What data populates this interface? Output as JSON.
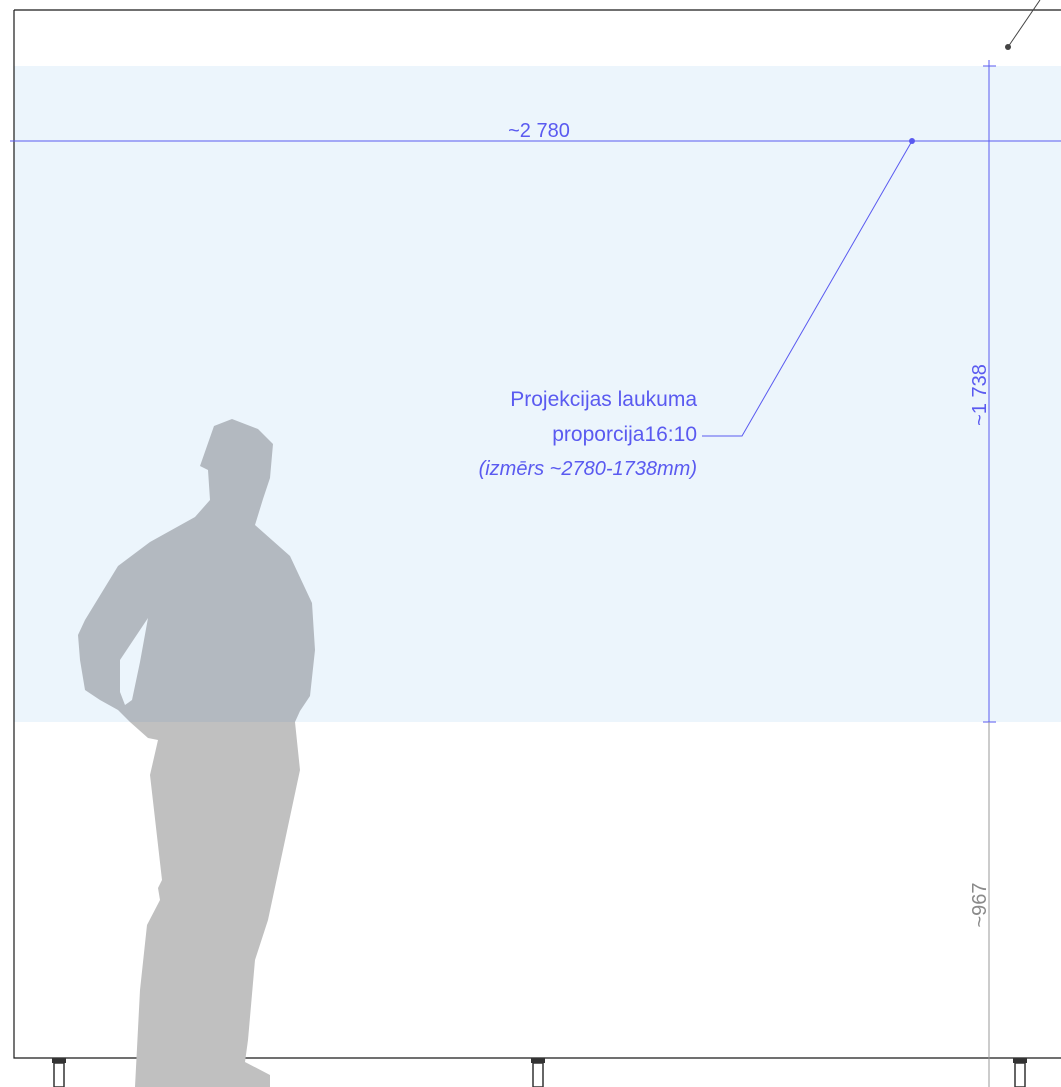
{
  "dimensions": {
    "width_label": "~2 780",
    "height_label": "~1 738",
    "bottom_gap_label": "~967"
  },
  "callout": {
    "line1": "Projekcijas laukuma",
    "line2": "proporcija16:10",
    "line3": "(izmērs ~2780-1738mm)"
  },
  "colors": {
    "projection_fill": "#ecf5fc",
    "dimension_blue": "#5a5af0",
    "dimension_gray": "#8a8a8a",
    "silhouette_upper": "#b3b9c0",
    "silhouette_lower": "#c0c0c0",
    "frame": "#1a1a1a"
  },
  "icons": [
    "leg-icon",
    "human-silhouette"
  ]
}
